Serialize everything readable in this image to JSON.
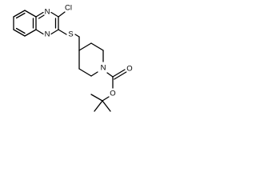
{
  "structure": {
    "atoms": {
      "n_top": "N",
      "n_bottom": "N",
      "chlorine": "Cl",
      "sulfur": "S",
      "n_piperidine": "N",
      "o_carbonyl": "O",
      "o_ester": "O"
    },
    "colors": {
      "bond": "#000000",
      "background": "#ffffff"
    }
  }
}
